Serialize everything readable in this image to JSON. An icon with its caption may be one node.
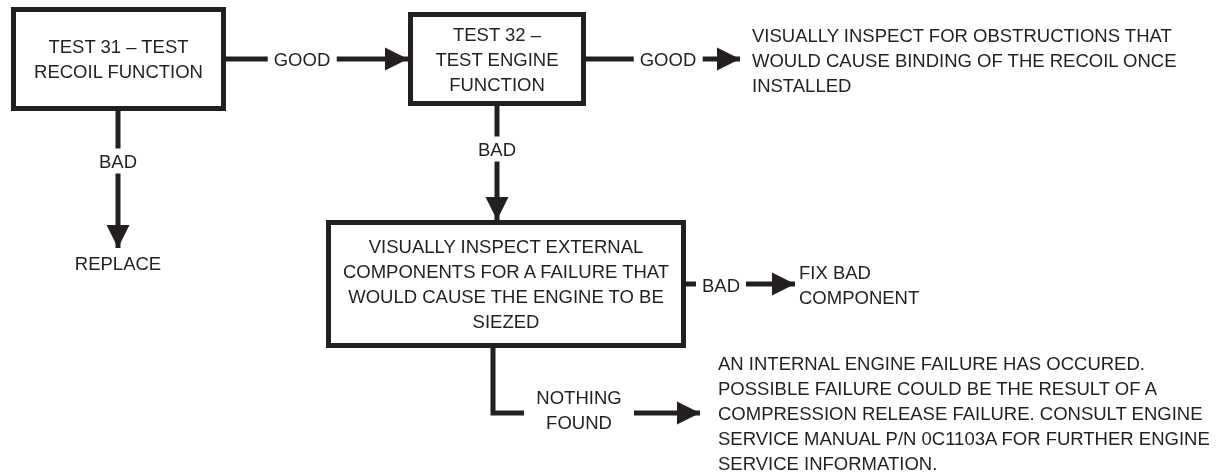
{
  "diagram": {
    "nodes": [
      {
        "text": [
          "TEST 31 – TEST RECOIL FUNCTION"
        ]
      },
      {
        "text": [
          "TEST 32 – TEST ENGINE FUNCTION"
        ]
      },
      {
        "text": [
          "VISUALLY INSPECT FOR OBSTRUCTIONS THAT WOULD CAUSE BINDING OF THE RECOIL ONCE INSTALLED"
        ]
      },
      {
        "text": [
          "REPLACE"
        ]
      },
      {
        "text": [
          "VISUALLY INSPECT EXTERNAL COMPONENTS FOR A FAILURE THAT WOULD CAUSE THE ENGINE TO BE SIEZED"
        ]
      },
      {
        "text": [
          "FIX BAD COMPONENT"
        ]
      },
      {
        "text": [
          "AN INTERNAL ENGINE FAILURE HAS OCCURED. POSSIBLE FAILURE COULD BE THE RESULT OF A COMPRESSION RELEASE FAILURE. CONSULT ENGINE SERVICE MANUAL P/N 0C1103A FOR FURTHER ENGINE SERVICE INFORMATION."
        ]
      }
    ],
    "edges": [
      {
        "from": 0,
        "to": 1,
        "arrow": "to",
        "label": "GOOD"
      },
      {
        "from": 1,
        "to": 2,
        "arrow": "to",
        "label": "GOOD"
      },
      {
        "from": 0,
        "to": 3,
        "arrow": "to",
        "label": "BAD"
      },
      {
        "from": 1,
        "to": 4,
        "arrow": "to",
        "label": "BAD"
      },
      {
        "from": 4,
        "to": 5,
        "arrow": "to",
        "label": "BAD"
      },
      {
        "from": 4,
        "to": 6,
        "arrow": "to",
        "label": "NOTHING FOUND"
      }
    ]
  }
}
